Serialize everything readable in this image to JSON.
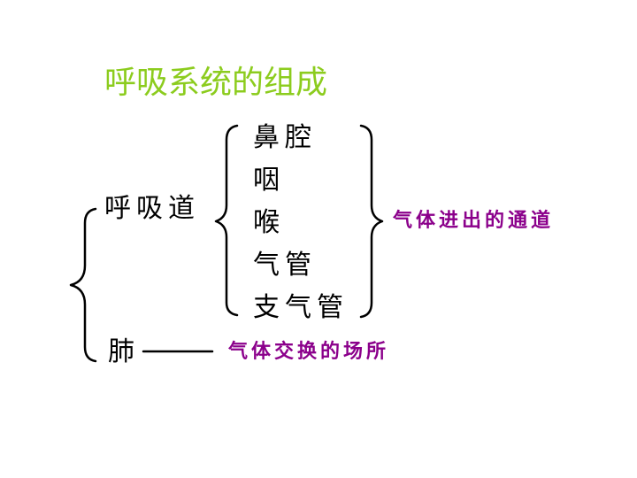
{
  "title": "呼吸系统的组成",
  "tree": {
    "airway": {
      "label": "呼吸道",
      "parts": [
        "鼻腔",
        "咽",
        "喉",
        "气管",
        "支气管"
      ],
      "function": "气体进出的通道"
    },
    "lung": {
      "label": "肺",
      "function": "气体交换的场所"
    }
  },
  "colors": {
    "title": "#8ccc1e",
    "function_text": "#8b008b",
    "terms": "#000000"
  }
}
